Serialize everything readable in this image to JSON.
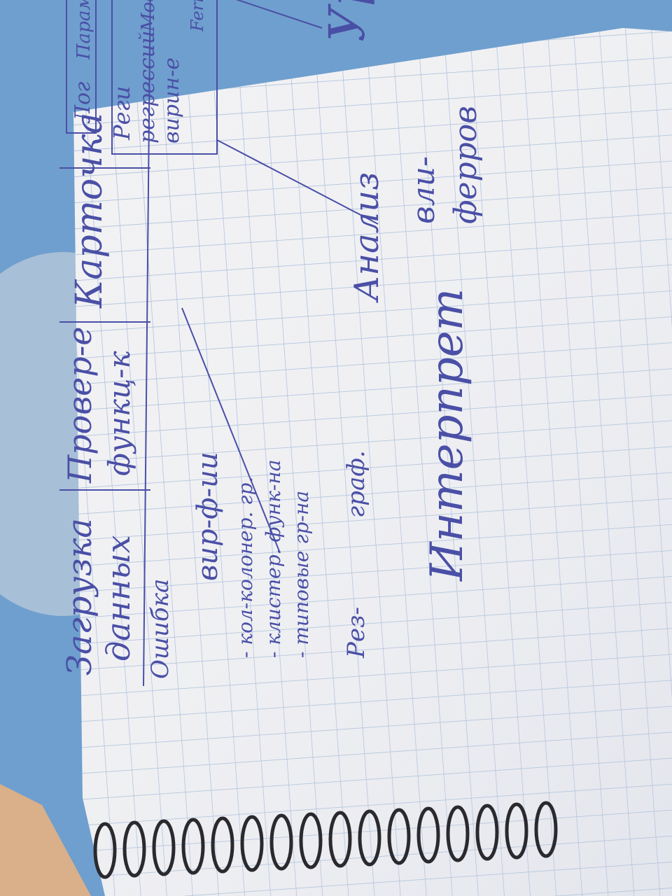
{
  "colors": {
    "background": "#6f9fce",
    "paper": "#f1f1f3",
    "grid": "#9fb6d6",
    "ink": "#4a4fa6",
    "spiral": "#2a2a2e"
  },
  "notes": {
    "load_line1": "Загрузка",
    "load_line2": "данных",
    "check_line1": "Провер-е",
    "check_line2": "функц-к",
    "card": "Карточка",
    "log": "Лог",
    "param": "Парам",
    "res_line1": "Реги",
    "res_line2": "регрессий",
    "res_line3": "вирин-е",
    "res_line4": "Мод",
    "res_line5": "Ferr",
    "build": "Ошибка",
    "vir": "вир-ф-ии",
    "list1": "- кол-колонер. гр.",
    "list2": "- клистер. функ-на",
    "list3": "- типовые гр-на",
    "res_small": "Рез-",
    "graph": "граф.",
    "interpret": "Интерпрет",
    "anal_line1": "Анализ",
    "anal_line2": "вли-",
    "anal_line3": "ферров",
    "ura": "Ура"
  }
}
